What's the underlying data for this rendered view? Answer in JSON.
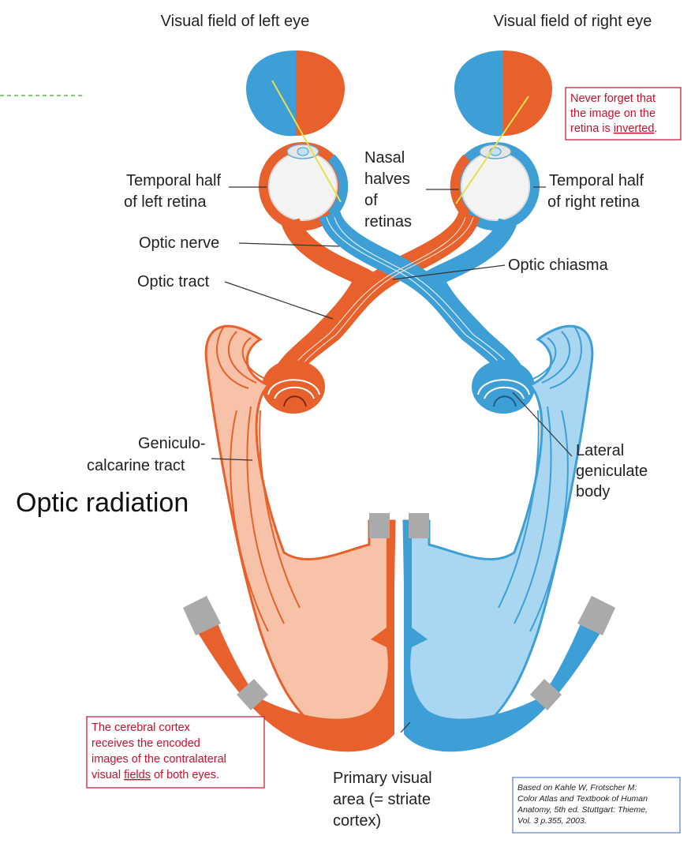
{
  "labels": {
    "visual_field_left": "Visual field of left eye",
    "visual_field_right": "Visual field of right eye",
    "temporal_left": [
      "Temporal half",
      "of left retina"
    ],
    "nasal": [
      "Nasal",
      "halves",
      "of",
      "retinas"
    ],
    "temporal_right": [
      "Temporal half",
      "of right retina"
    ],
    "optic_nerve": "Optic nerve",
    "optic_chiasma": "Optic chiasma",
    "optic_tract": "Optic tract",
    "geniculo": [
      "Geniculo-",
      "calcarine tract"
    ],
    "optic_radiation": "Optic radiation",
    "lateral_geniculate": [
      "Lateral",
      "geniculate",
      "body"
    ],
    "primary_visual": [
      "Primary visual",
      "area (= striate",
      "cortex)"
    ]
  },
  "notes": {
    "inverted": [
      "Never forget that",
      "the image on the",
      "retina is ",
      "inverted",
      "."
    ],
    "cortex": [
      "The cerebral cortex",
      "receives the encoded",
      "images of the contralateral",
      "visual ",
      "fields",
      " of both eyes."
    ]
  },
  "citation": [
    "Based on Kahle W, Frotscher M:",
    "Color Atlas and Textbook of Human",
    "Anatomy, 5th ed. Stuttgart: Thieme,",
    "Vol. 3 p.355, 2003."
  ],
  "colors": {
    "left_field": "#e8612c",
    "right_field": "#3e9fd6",
    "left_pale": "#f7c2a8",
    "right_pale": "#a9d6f0",
    "note_red": "#c8102e"
  }
}
